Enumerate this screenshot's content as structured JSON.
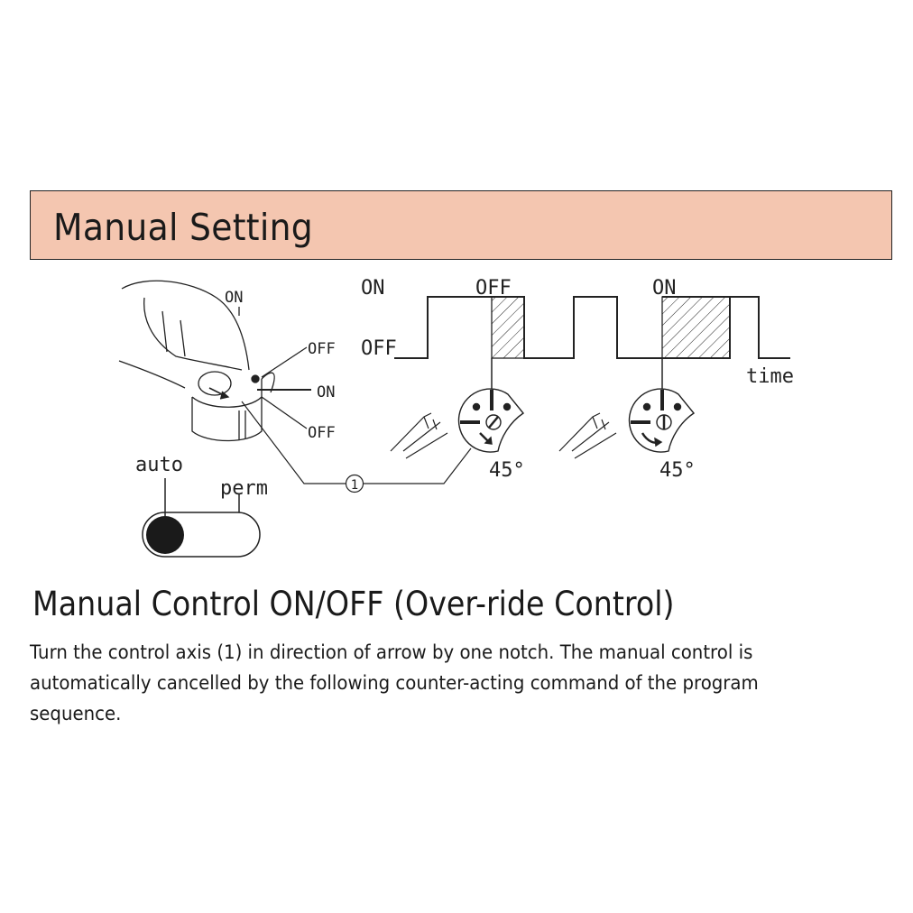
{
  "header": {
    "title": "Manual Setting",
    "color": "#f4c6b0"
  },
  "diagram": {
    "knob_labels": {
      "on_top": "ON",
      "off_upper": "OFF",
      "on_mid": "ON",
      "off_lower": "OFF"
    },
    "switch_labels": {
      "auto": "auto",
      "perm": "perm"
    },
    "timing": {
      "level_on": "ON",
      "level_off": "OFF",
      "event1": "OFF",
      "event2": "ON",
      "axis": "time"
    },
    "dial_angle_1": "45°",
    "dial_angle_2": "45°",
    "callout": "1"
  },
  "section": {
    "title": "Manual Control ON/OFF (Over-ride Control)",
    "body": "Turn the control axis (1)  in direction of arrow by one notch. The manual control is automatically cancelled by the following counter-acting command of the program sequence."
  }
}
